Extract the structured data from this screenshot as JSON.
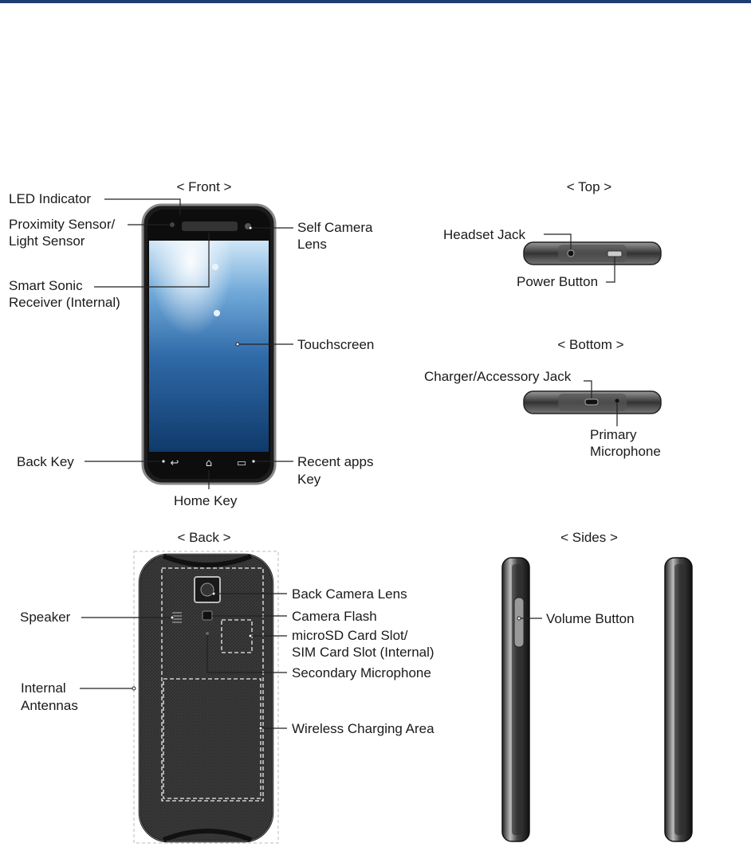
{
  "headers": {
    "front": "< Front >",
    "top": "< Top >",
    "bottom": "< Bottom >",
    "back": "< Back >",
    "sides": "< Sides >"
  },
  "front_labels": {
    "led": "LED Indicator",
    "proximity_1": "Proximity Sensor/",
    "proximity_2": "Light Sensor",
    "smart_sonic_1": "Smart Sonic",
    "smart_sonic_2": "Receiver (Internal)",
    "self_camera_1": "Self Camera",
    "self_camera_2": "Lens",
    "touchscreen": "Touchscreen",
    "back_key": "Back Key",
    "recent_1": "Recent apps",
    "recent_2": "Key",
    "home_key": "Home Key"
  },
  "top_labels": {
    "headset": "Headset Jack",
    "power": "Power Button"
  },
  "bottom_labels": {
    "charger": "Charger/Accessory Jack",
    "mic_1": "Primary",
    "mic_2": "Microphone"
  },
  "back_labels": {
    "speaker": "Speaker",
    "antenna_1": "Internal",
    "antenna_2": "Antennas",
    "back_camera": "Back Camera Lens",
    "flash": "Camera Flash",
    "sd_1": "microSD Card Slot/",
    "sd_2": "SIM Card Slot (Internal)",
    "secondary_mic": "Secondary Microphone",
    "wireless": "Wireless Charging Area"
  },
  "sides_labels": {
    "volume": "Volume Button"
  },
  "colors": {
    "header_bar": "#1e3c6e",
    "phone_body": "#2a2a2a",
    "screen_blue": "#3b7fc0"
  }
}
